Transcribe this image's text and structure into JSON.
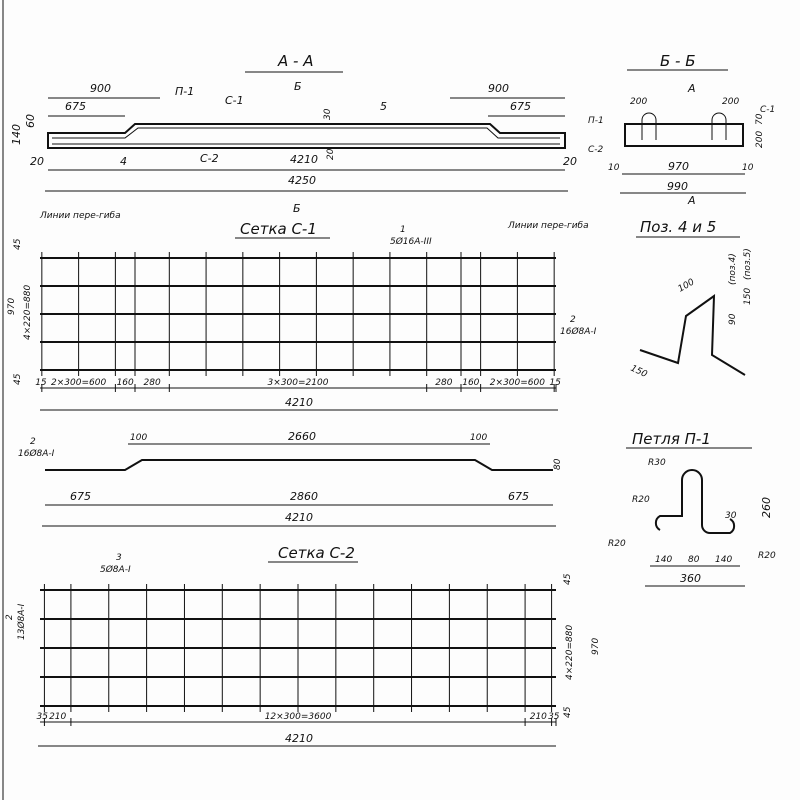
{
  "section_aa": {
    "title": "А - А",
    "cut": "Б",
    "cut_bottom": "Б",
    "d900_l": "900",
    "d675_l": "675",
    "p1": "П-1",
    "c1": "С-1",
    "pos5": "5",
    "d900_r": "900",
    "d675_r": "675",
    "h": "140",
    "h2": "60",
    "d20_l": "20",
    "pos4": "4",
    "c2": "С-2",
    "d4210": "4210",
    "d20_r": "20",
    "d4250": "4250",
    "d30": "30",
    "d20m": "20"
  },
  "section_bb": {
    "title": "Б - Б",
    "cut": "А",
    "cut_bottom": "А",
    "d200_l": "200",
    "d200_r": "200",
    "p1": "П-1",
    "c1": "С-1",
    "c2": "С-2",
    "d10_l": "10",
    "d970": "970",
    "d10_r": "10",
    "d990": "990",
    "h200": "200",
    "d70": "70"
  },
  "mesh_c1": {
    "title": "Сетка С-1",
    "bend_l": "Линии пере-гиба",
    "bend_r": "Линии пере-гиба",
    "pos1": "1",
    "bars1": "5Ø16А-III",
    "pos2": "2",
    "bars2": "16Ø8А-I",
    "d45t": "45",
    "d880": "4×220=880",
    "d970": "970",
    "d45b": "45",
    "bottom": [
      "15",
      "2×300=600",
      "160",
      "280",
      "3×300=2100",
      "280",
      "160",
      "2×300=600",
      "15"
    ],
    "total": "4210"
  },
  "bent_bar": {
    "pos": "2",
    "bars": "16Ø8А-I",
    "d100_l": "100",
    "d2660": "2660",
    "d100_r": "100",
    "d80": "80",
    "d675_l": "675",
    "d2860": "2860",
    "d675_r": "675",
    "total": "4210"
  },
  "pos45": {
    "title": "Поз. 4 и 5",
    "d100": "100",
    "d90": "90",
    "d150": "150",
    "p4": "(поз.4)",
    "p5": "(поз.5)",
    "d150b": "150"
  },
  "loop_p1": {
    "title": "Петля П-1",
    "r30": "R30",
    "r20a": "R20",
    "r20b": "R20",
    "r20c": "R20",
    "d30": "30",
    "d260": "260",
    "d140l": "140",
    "d80": "80",
    "d140r": "140",
    "d360": "360"
  },
  "mesh_c2": {
    "title": "Сетка С-2",
    "pos3": "3",
    "bars3": "5Ø8А-I",
    "pos2": "2",
    "bars2": "13Ø8А-I",
    "d45t": "45",
    "d880": "4×220=880",
    "d970": "970",
    "d45b": "45",
    "bottom": [
      "35",
      "210",
      "12×300=3600",
      "210",
      "35"
    ],
    "total": "4210"
  }
}
